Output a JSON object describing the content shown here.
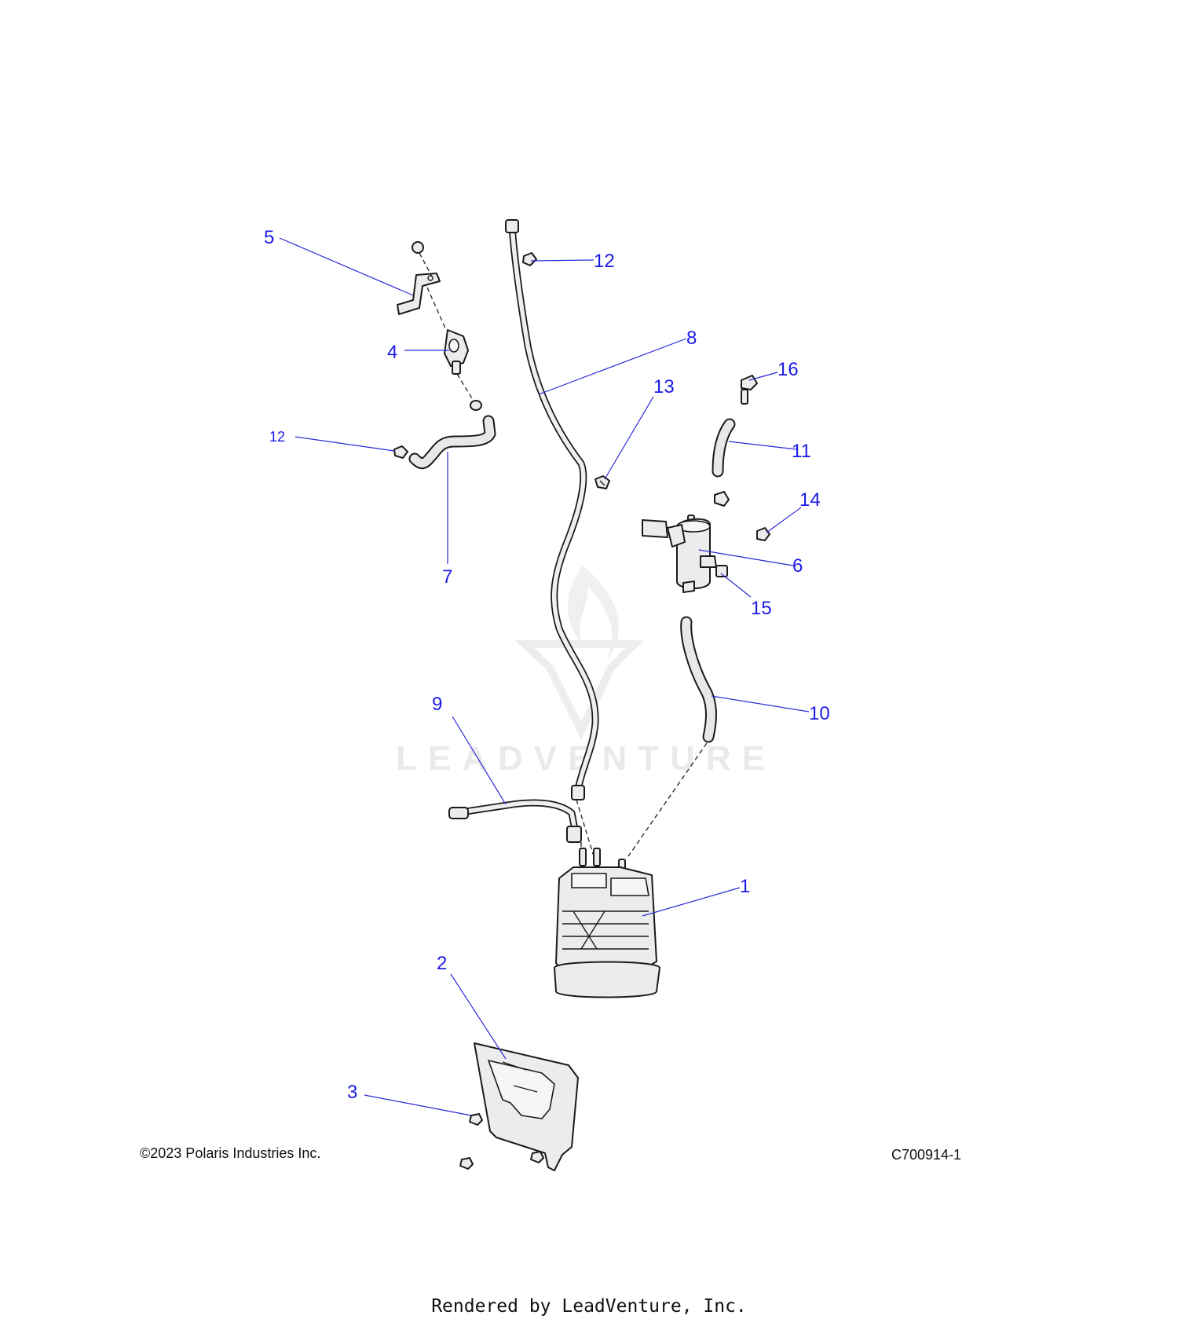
{
  "callouts": [
    {
      "id": "1",
      "label": "1"
    },
    {
      "id": "2",
      "label": "2"
    },
    {
      "id": "3",
      "label": "3"
    },
    {
      "id": "4",
      "label": "4"
    },
    {
      "id": "5",
      "label": "5"
    },
    {
      "id": "6",
      "label": "6"
    },
    {
      "id": "7",
      "label": "7"
    },
    {
      "id": "8",
      "label": "8"
    },
    {
      "id": "9",
      "label": "9"
    },
    {
      "id": "10",
      "label": "10"
    },
    {
      "id": "11",
      "label": "11"
    },
    {
      "id": "12a",
      "label": "12"
    },
    {
      "id": "12b",
      "label": "12"
    },
    {
      "id": "13",
      "label": "13"
    },
    {
      "id": "14",
      "label": "14"
    },
    {
      "id": "15",
      "label": "15"
    },
    {
      "id": "16",
      "label": "16"
    }
  ],
  "watermark": "LEADVENTURE",
  "copyright": "©2023 Polaris Industries Inc.",
  "figure_code": "C700914-1",
  "rendered_by": "Rendered by LeadVenture, Inc.",
  "colors": {
    "callout": "#1a1ae6",
    "leader": "#2a2ad8",
    "linework": "#1a1a1a",
    "watermark": "#d9d9d9"
  }
}
